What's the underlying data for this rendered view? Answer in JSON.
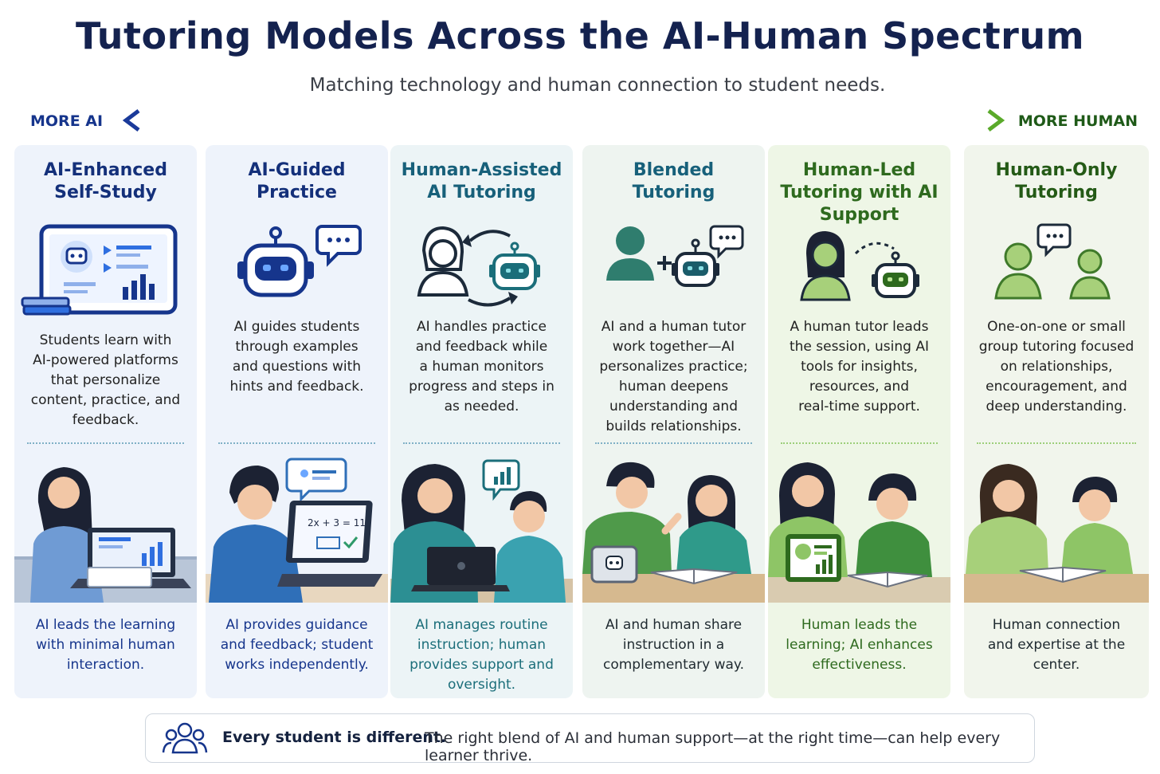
{
  "title": "Tutoring Models Across the AI-Human Spectrum",
  "subtitle": "Matching technology and human connection to student needs.",
  "axis": {
    "left_label": "MORE AI",
    "right_label": "MORE HUMAN"
  },
  "colors": {
    "ai_blue": "#16358c",
    "teal": "#1b6e7a",
    "green": "#3f8f2e",
    "human_green": "#1f5a18"
  },
  "columns": [
    {
      "title_lines": [
        "AI-Enhanced",
        "Self-Study"
      ],
      "icon": "tablet-dashboard-icon",
      "desc_lines": [
        "Students learn with",
        "AI-powered platforms",
        "that personalize",
        "content, practice, and",
        "feedback."
      ],
      "foot_lines": [
        "AI leads the learning",
        "with minimal human",
        "interaction."
      ]
    },
    {
      "title_lines": [
        "AI-Guided",
        "Practice"
      ],
      "icon": "robot-chat-icon",
      "desc_lines": [
        "AI guides students",
        "through examples",
        "and questions with",
        "hints and feedback."
      ],
      "foot_lines": [
        "AI provides guidance",
        "and feedback; student",
        "works independently."
      ],
      "scene_equation": "2x + 3 = 11"
    },
    {
      "title_lines": [
        "Human-Assisted",
        "AI Tutoring"
      ],
      "icon": "human-robot-cycle-icon",
      "desc_lines": [
        "AI handles practice",
        "and feedback while",
        "a human monitors",
        "progress and steps in",
        "as needed."
      ],
      "foot_lines": [
        "AI manages routine",
        "instruction; human",
        "provides support and",
        "oversight."
      ]
    },
    {
      "title_lines": [
        "Blended",
        "Tutoring"
      ],
      "icon": "human-plus-robot-icon",
      "desc_lines": [
        "AI and a human tutor",
        "work together—AI",
        "personalizes practice;",
        "human deepens",
        "understanding and",
        "builds relationships."
      ],
      "foot_lines": [
        "AI and human share",
        "instruction in a",
        "complementary way."
      ]
    },
    {
      "title_lines": [
        "Human-Led",
        "Tutoring with AI",
        "Support"
      ],
      "icon": "human-with-robot-icon",
      "desc_lines": [
        "A human tutor leads",
        "the session, using AI",
        "tools for insights,",
        "resources, and",
        "real-time support."
      ],
      "foot_lines": [
        "Human leads the",
        "learning; AI enhances",
        "effectiveness."
      ]
    },
    {
      "title_lines": [
        "Human-Only",
        "Tutoring"
      ],
      "icon": "two-people-chat-icon",
      "desc_lines": [
        "One-on-one or small",
        "group tutoring focused",
        "on relationships,",
        "encouragement, and",
        "deep understanding."
      ],
      "foot_lines": [
        "Human connection",
        "and expertise at the",
        "center."
      ]
    }
  ],
  "banner": {
    "icon": "group-people-icon",
    "strong": "Every student is different.",
    "text": "The right blend of AI and human support—at the right time—can help every learner thrive."
  }
}
